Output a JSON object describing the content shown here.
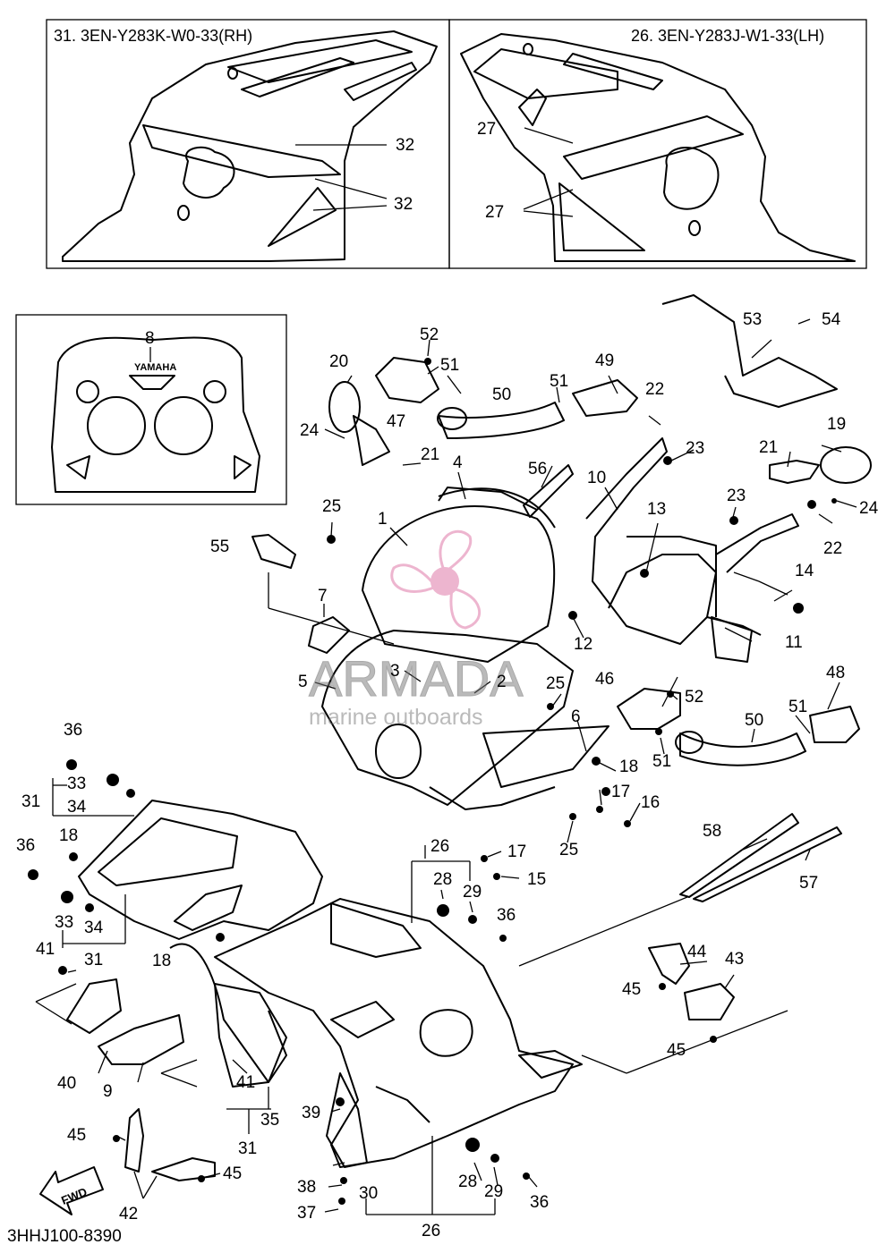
{
  "inset_rh": {
    "title": "31. 3EN-Y283K-W0-33(RH)",
    "callouts": [
      "32",
      "32"
    ]
  },
  "inset_lh": {
    "title": "26. 3EN-Y283J-W1-33(LH)",
    "callouts": [
      "27",
      "27"
    ]
  },
  "inset_front": {
    "callout": "8",
    "logo_text": "YAMAHA"
  },
  "watermark": {
    "brand": "ARMADA",
    "tagline": "marine outboards"
  },
  "fwd_arrow": "FWD",
  "drawing_number": "3HHJ100-8390",
  "callouts": [
    "1",
    "2",
    "3",
    "4",
    "5",
    "6",
    "7",
    "9",
    "10",
    "11",
    "12",
    "13",
    "14",
    "15",
    "16",
    "17",
    "17",
    "17",
    "18",
    "18",
    "18",
    "18",
    "19",
    "20",
    "21",
    "21",
    "22",
    "22",
    "23",
    "23",
    "24",
    "24",
    "25",
    "25",
    "25",
    "25",
    "26",
    "26",
    "27",
    "28",
    "28",
    "29",
    "29",
    "30",
    "31",
    "31",
    "31",
    "33",
    "33",
    "34",
    "34",
    "35",
    "36",
    "36",
    "36",
    "36",
    "37",
    "38",
    "39",
    "40",
    "41",
    "41",
    "42",
    "43",
    "44",
    "45",
    "45",
    "45",
    "45",
    "46",
    "47",
    "48",
    "49",
    "50",
    "50",
    "51",
    "51",
    "51",
    "51",
    "52",
    "52",
    "53",
    "54",
    "55",
    "56",
    "57",
    "58"
  ]
}
